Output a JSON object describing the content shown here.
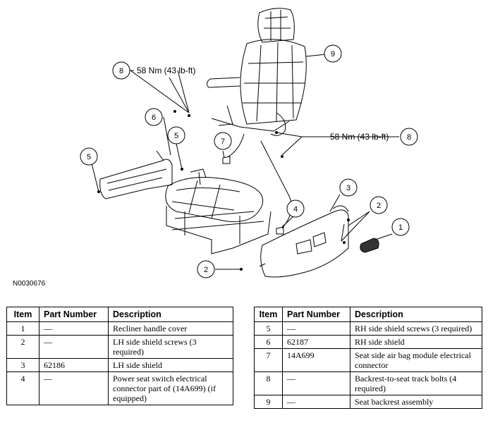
{
  "figure_id": "N0030676",
  "callouts": {
    "c1": "1",
    "c2a": "2",
    "c2b": "2",
    "c3": "3",
    "c4": "4",
    "c5a": "5",
    "c5b": "5",
    "c6": "6",
    "c7": "7",
    "c8a": "8",
    "c8b": "8",
    "c9": "9"
  },
  "torque_left": "58 Nm (43 lb-ft)",
  "torque_right": "58 Nm (43 lb-ft)",
  "table_headers": {
    "item": "Item",
    "part_number": "Part Number",
    "description": "Description"
  },
  "table_left": [
    {
      "item": "1",
      "part_number": "—",
      "description": "Recliner handle cover"
    },
    {
      "item": "2",
      "part_number": "—",
      "description": "LH side shield screws (3 required)"
    },
    {
      "item": "3",
      "part_number": "62186",
      "description": "LH side shield"
    },
    {
      "item": "4",
      "part_number": "—",
      "description": "Power seat switch electrical connector part of (14A699) (if equipped)"
    }
  ],
  "table_right": [
    {
      "item": "5",
      "part_number": "—",
      "description": "RH side shield screws (3 required)"
    },
    {
      "item": "6",
      "part_number": "62187",
      "description": "RH side shield"
    },
    {
      "item": "7",
      "part_number": "14A699",
      "description": "Seat side air bag module electrical connector"
    },
    {
      "item": "8",
      "part_number": "—",
      "description": "Backrest-to-seat track bolts (4 required)"
    },
    {
      "item": "9",
      "part_number": "—",
      "description": "Seat backrest assembly"
    }
  ]
}
